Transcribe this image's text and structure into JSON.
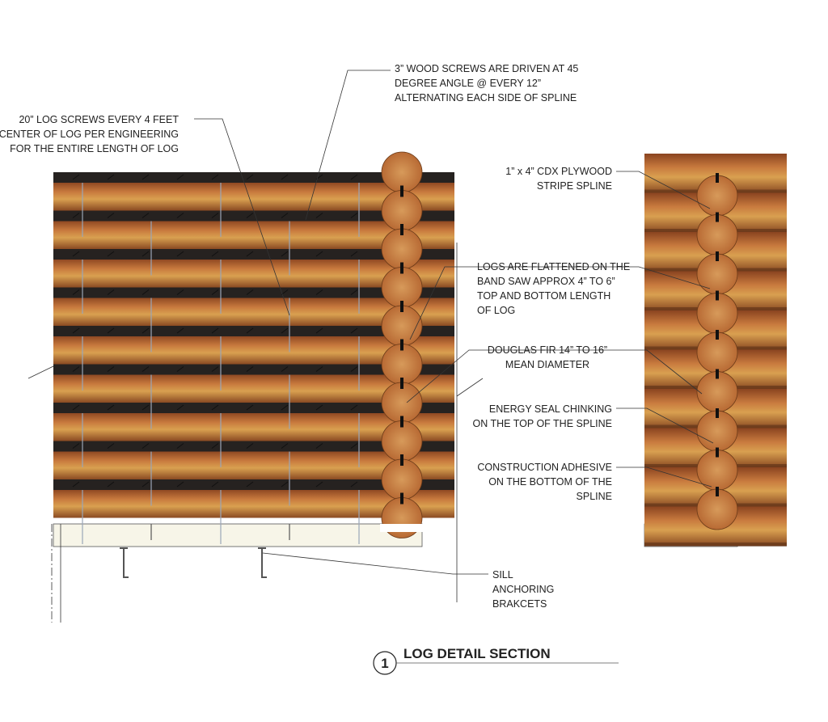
{
  "labels": {
    "log_screws": [
      "20” LOG SCREWS EVERY 4 FEET",
      "CENTER OF LOG PER ENGINEERING",
      "FOR THE ENTIRE LENGTH OF LOG"
    ],
    "wood_screws": [
      "3” WOOD SCREWS ARE DRIVEN AT 45",
      "DEGREE ANGLE @  EVERY 12”",
      "ALTERNATING EACH SIDE OF SPLINE"
    ],
    "plywood": [
      "1” x 4” CDX PLYWOOD",
      "STRIPE SPLINE"
    ],
    "flattened": [
      "LOGS ARE FLATTENED ON THE",
      "BAND SAW APPROX 4” TO 6”",
      "TOP AND BOTTOM LENGTH",
      "OF LOG"
    ],
    "douglas": [
      "DOUGLAS FIR 14” TO 16”",
      "MEAN DIAMETER"
    ],
    "chinking": [
      "ENERGY SEAL CHINKING",
      "ON THE TOP OF THE SPLINE"
    ],
    "adhesive": [
      "CONSTRUCTION ADHESIVE",
      "ON THE BOTTOM OF THE",
      "SPLINE"
    ],
    "sill": [
      "SILL",
      "ANCHORING",
      "BRAKCETS"
    ]
  },
  "title": {
    "number": "1",
    "text": "LOG DETAIL SECTION"
  },
  "colors": {
    "wood": "#b0602c",
    "wood_light": "#d08a4a",
    "dark": "#262220",
    "sill": "#f7f5e8"
  }
}
